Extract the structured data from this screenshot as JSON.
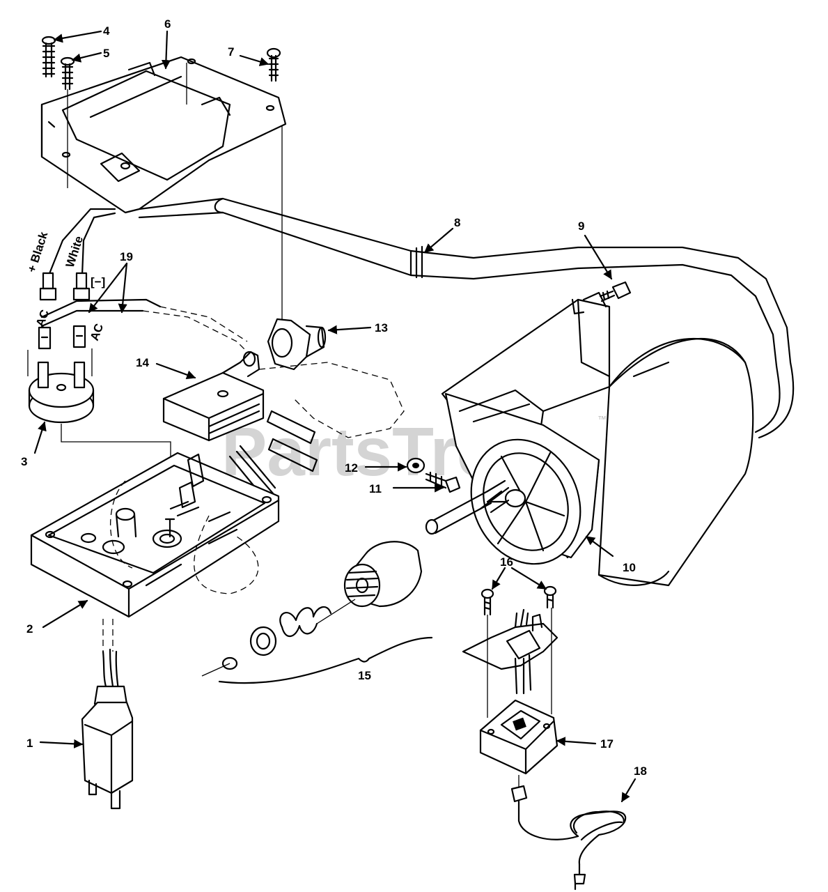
{
  "watermark": {
    "text": "PartsTree",
    "trademark": "™"
  },
  "wire_labels": {
    "black": "+ Black",
    "white": "White",
    "negative": "[−]",
    "ac_left": "AC",
    "ac_right": "AC"
  },
  "callouts": [
    {
      "id": "1",
      "label": "1"
    },
    {
      "id": "2",
      "label": "2"
    },
    {
      "id": "3",
      "label": "3"
    },
    {
      "id": "4",
      "label": "4"
    },
    {
      "id": "5",
      "label": "5"
    },
    {
      "id": "6",
      "label": "6"
    },
    {
      "id": "7",
      "label": "7"
    },
    {
      "id": "8",
      "label": "8"
    },
    {
      "id": "9",
      "label": "9"
    },
    {
      "id": "10",
      "label": "10"
    },
    {
      "id": "11",
      "label": "11"
    },
    {
      "id": "12",
      "label": "12"
    },
    {
      "id": "13",
      "label": "13"
    },
    {
      "id": "14",
      "label": "14"
    },
    {
      "id": "15",
      "label": "15"
    },
    {
      "id": "16",
      "label": "16"
    },
    {
      "id": "17",
      "label": "17"
    },
    {
      "id": "18",
      "label": "18"
    },
    {
      "id": "19",
      "label": "19"
    }
  ]
}
